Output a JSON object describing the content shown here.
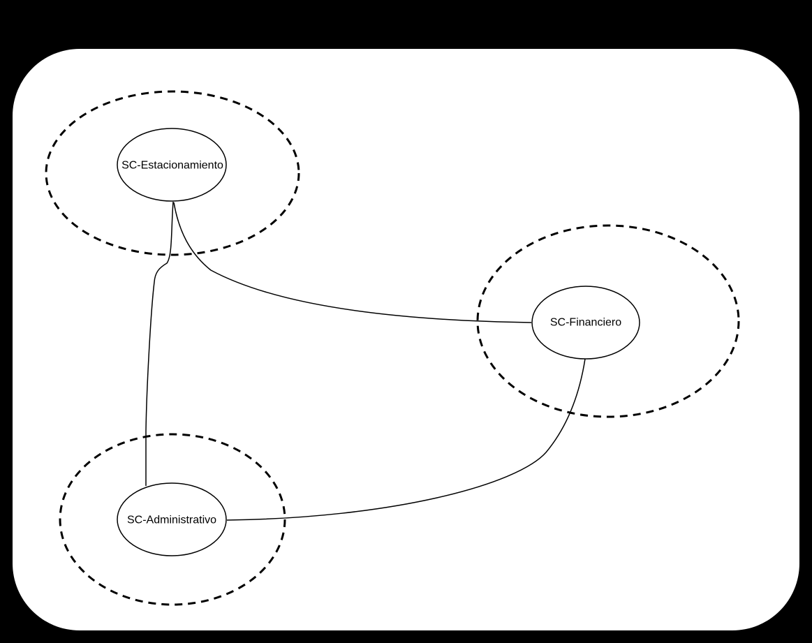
{
  "colors": {
    "background": "#000000",
    "page": "#ffffff",
    "ink": "#000000"
  },
  "diagram": {
    "type": "graph-diagram",
    "description": "Three ellipse nodes, each enclosed by a dashed ellipse boundary, connected by curved lines on a white rounded-corner page over a black background",
    "nodes": [
      {
        "id": "sc-estacionamiento",
        "label": "SC-Estacionamiento",
        "shape": "ellipse",
        "boundary": "dashed-ellipse"
      },
      {
        "id": "sc-financiero",
        "label": "SC-Financiero",
        "shape": "ellipse",
        "boundary": "dashed-ellipse"
      },
      {
        "id": "sc-administrativo",
        "label": "SC-Administrativo",
        "shape": "ellipse",
        "boundary": "dashed-ellipse"
      }
    ],
    "edges": [
      {
        "from": "SC-Estacionamiento",
        "to": "SC-Financiero"
      },
      {
        "from": "SC-Estacionamiento",
        "to": "SC-Administrativo"
      },
      {
        "from": "SC-Financiero",
        "to": "SC-Administrativo"
      }
    ]
  }
}
